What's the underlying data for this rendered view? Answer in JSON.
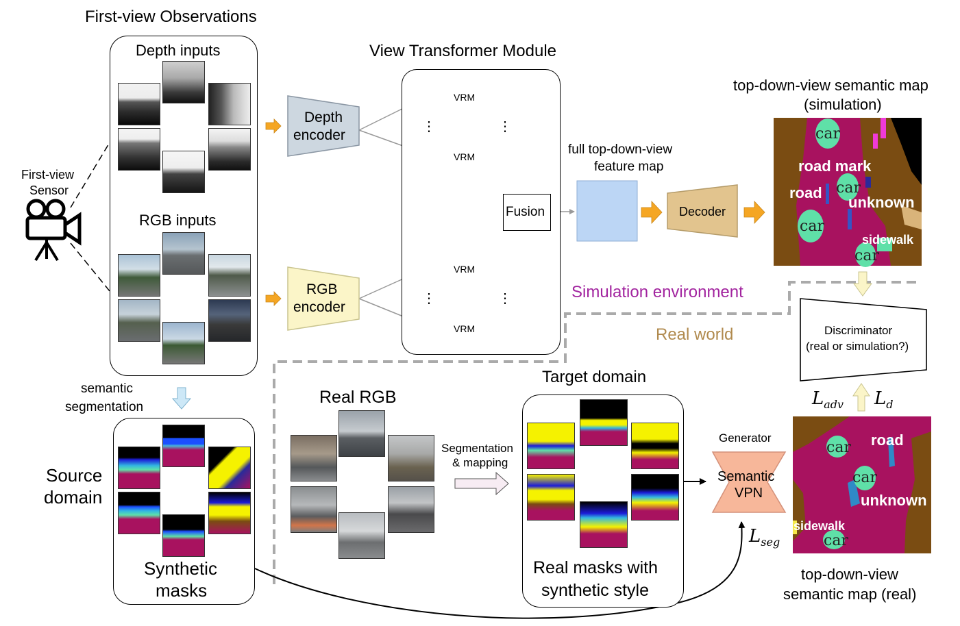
{
  "observations": {
    "title": "First-view Observations",
    "depth_label": "Depth inputs",
    "rgb_label": "RGB inputs"
  },
  "sensor": {
    "label_line1": "First-view",
    "label_line2": "Sensor",
    "icon": "video-camera-icon"
  },
  "encoders": {
    "depth_line1": "Depth",
    "depth_line2": "encoder",
    "rgb_line1": "RGB",
    "rgb_line2": "encoder"
  },
  "vtm": {
    "title": "View Transformer Module",
    "vrm_label": "VRM",
    "ellipsis": "⋮",
    "fusion_label": "Fusion"
  },
  "feature_map": {
    "label_line1": "full top-down-view",
    "label_line2": "feature map"
  },
  "decoder": {
    "label": "Decoder"
  },
  "sim_map": {
    "title_line1": "top-down-view semantic map",
    "title_line2": "(simulation)",
    "labels": [
      "car",
      "road mark",
      "road",
      "car",
      "unknown",
      "car",
      "sidewalk",
      "car"
    ]
  },
  "env": {
    "simulation": "Simulation environment",
    "real": "Real world"
  },
  "discriminator": {
    "line1": "Discriminator",
    "line2": "(real or simulation?)"
  },
  "losses": {
    "adv_base": "L",
    "adv_sub": "adv",
    "d_base": "L",
    "d_sub": "d",
    "seg_base": "L",
    "seg_sub": "seg"
  },
  "seg_arrow_label": {
    "line1": "semantic",
    "line2": "segmentation"
  },
  "source": {
    "side_line1": "Source",
    "side_line2": "domain",
    "bottom_line1": "Synthetic",
    "bottom_line2": "masks"
  },
  "real_rgb": {
    "title": "Real RGB"
  },
  "seg_mapping": {
    "line1": "Segmentation",
    "line2": "& mapping"
  },
  "target": {
    "title": "Target domain",
    "bottom_line1": "Real masks with",
    "bottom_line2": "synthetic style"
  },
  "generator": {
    "label": "Generator",
    "line1": "Semantic",
    "line2": "VPN"
  },
  "real_map": {
    "labels": [
      "car",
      "road",
      "car",
      "unknown",
      "sidewalk",
      "car"
    ],
    "caption_line1": "top-down-view",
    "caption_line2": "semantic map (real)"
  },
  "colors": {
    "depth_encoder": "#cdd7e0",
    "rgb_encoder": "#fbf5c8",
    "decoder": "#e2c48e",
    "feature_map": "#bcd6f5",
    "generator": "#f7b79a",
    "arrow_orange": "#f5a623",
    "sim_env_text": "#a2249f",
    "real_env_text": "#b08a4e",
    "map_road": "#a8125f",
    "map_unknown": "#7a4c12",
    "map_car": "#5fe0a8",
    "dash_gray": "#aaaaaa"
  }
}
